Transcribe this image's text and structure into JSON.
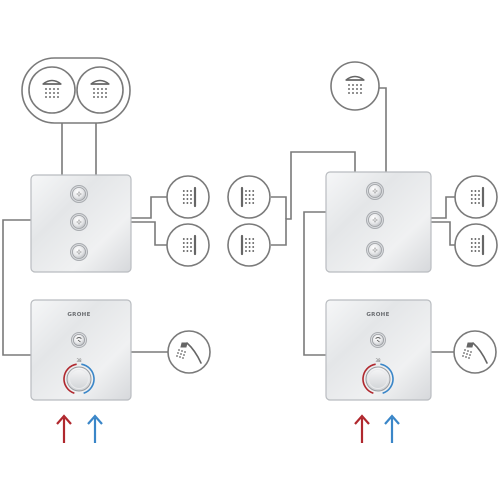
{
  "brand": "GROHE",
  "temperature_mark": "38",
  "colors": {
    "pipe": "#7a7a7a",
    "panel_edge": "#b9bcc0",
    "hot_arrow": "#b0282e",
    "cold_arrow": "#3a86c8",
    "icon_stroke": "#666666"
  },
  "diagrams": [
    {
      "name": "left-system",
      "outlets": [
        "overhead-shower-icon",
        "overhead-shower-icon",
        "body-jet-icon",
        "body-jet-icon",
        "hand-shower-icon"
      ]
    },
    {
      "name": "right-system",
      "outlets": [
        "overhead-shower-icon",
        "body-jet-icon",
        "body-jet-icon",
        "body-jet-icon",
        "body-jet-icon",
        "hand-shower-icon"
      ]
    }
  ]
}
